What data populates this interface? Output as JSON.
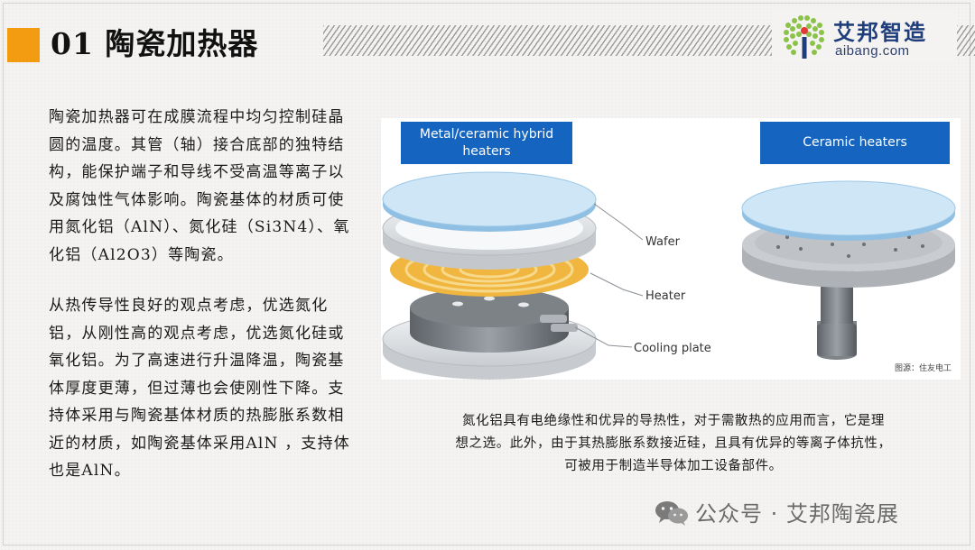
{
  "header": {
    "title": "01 陶瓷加热器",
    "logo": {
      "name": "艾邦智造",
      "url": "aibang.com",
      "mark_icon": "leaf-dots-logo-icon",
      "colors": {
        "green": "#8bc34a",
        "red": "#e53935",
        "navy": "#1f3d7a"
      }
    },
    "accent_color": "#f39c12"
  },
  "left_column": {
    "paragraphs": [
      "陶瓷加热器可在成膜流程中均匀控制硅晶圆的温度。其管（轴）接合底部的独特结构，能保护端子和导线不受高温等离子以及腐蚀性气体影响。陶瓷基体的材质可使用氮化铝（AlN）、氮化硅（Si3N4）、氧化铝（Al2O3）等陶瓷。",
      "从热传导性良好的观点考虑，优选氮化铝，从刚性高的观点考虑，优选氮化硅或氧化铝。为了高速进行升温降温，陶瓷基体厚度更薄，但过薄也会使刚性下降。支持体采用与陶瓷基体材质的热膨胀系数相近的材质，如陶瓷基体采用AlN ，支持体也是AlN。"
    ]
  },
  "figure": {
    "left_caption": "Metal/ceramic hybrid heaters",
    "right_caption": "Ceramic heaters",
    "labels": {
      "wafer": "Wafer",
      "heater": "Heater",
      "cooling_plate": "Cooling plate"
    },
    "source": "图源：住友电工",
    "caption_color": "#1565c0"
  },
  "center_text": {
    "lines": [
      "氮化铝具有电绝缘性和优异的导热性，对于需散热的应用而言，它是理",
      "想之选。此外，由于其热膨胀系数接近硅，且具有优异的等离子体抗性，",
      "可被用于制造半导体加工设备部件。"
    ]
  },
  "footer": {
    "icon": "wechat-icon",
    "text": "公众号 · 艾邦陶瓷展"
  }
}
